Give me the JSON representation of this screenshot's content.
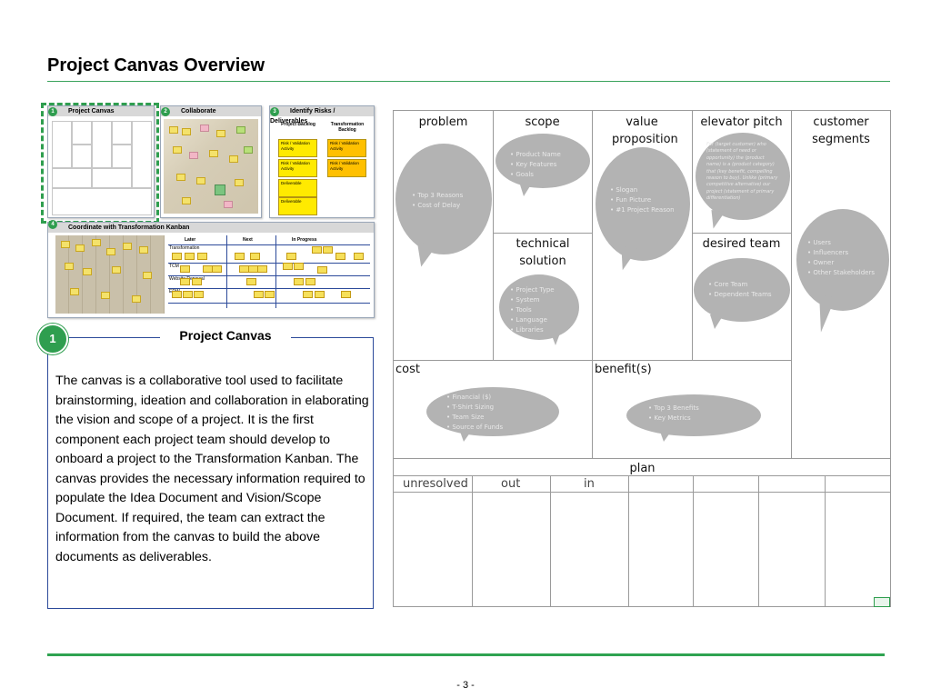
{
  "page": {
    "title": "Project Canvas Overview",
    "page_number": "- 3 -"
  },
  "thumbnails": {
    "step1": {
      "number": "1",
      "title": "Project Canvas"
    },
    "step2": {
      "number": "2",
      "title": "Collaborate"
    },
    "step3": {
      "number": "3",
      "title": "Identify Risks / Deliverables",
      "col1": "Project Backlog",
      "col2": "Transformation Backlog",
      "cards_left": [
        "Risk / Validation Activity",
        "Risk / Validation Activity",
        "Deliverable",
        "Deliverable"
      ],
      "cards_right": [
        "Risk / Validation Activity",
        "Risk / Validation Activity"
      ]
    },
    "step4": {
      "number": "4",
      "title": "Coordinate with Transformation Kanban",
      "columns": [
        "Later",
        "Next",
        "In Progress"
      ],
      "rows": [
        "Transformation",
        "TCM",
        "Website Renewal",
        "EDW"
      ]
    }
  },
  "info": {
    "number": "1",
    "heading": "Project Canvas",
    "body": "The canvas is a collaborative tool used to facilitate brainstorming, ideation and collaboration in elaborating the vision and scope of a project. It is the first component each project team should develop to onboard a project to the Transformation Kanban. The canvas provides the necessary information required to populate the Idea Document and Vision/Scope Document. If required, the team can extract the information from the canvas to build the above documents as deliverables."
  },
  "canvas": {
    "problem": {
      "label": "problem",
      "items": [
        "• Top 3 Reasons",
        "• Cost of Delay"
      ]
    },
    "scope": {
      "label": "scope",
      "items": [
        "• Product Name",
        "• Key Features",
        "• Goals"
      ]
    },
    "value_proposition": {
      "label": "value proposition",
      "items": [
        "• Slogan",
        "• Fun Picture",
        "• #1 Project Reason"
      ]
    },
    "elevator_pitch": {
      "label": "elevator pitch",
      "text": "For (target customer) who (statement of need or opportunity) the (product name) is a (product category) that (key benefit, compelling reason to buy). Unlike (primary competitive alternative) our project (statement of primary differentiation)"
    },
    "customer_segments": {
      "label": "customer segments",
      "items": [
        "• Users",
        "• Influencers",
        "• Owner",
        "• Other Stakeholders"
      ]
    },
    "technical_solution": {
      "label": "technical solution",
      "items": [
        "• Project Type",
        "• System",
        "• Tools",
        "• Language",
        "• Libraries"
      ]
    },
    "desired_team": {
      "label": "desired team",
      "items": [
        "• Core Team",
        "• Dependent Teams"
      ]
    },
    "cost": {
      "label": "cost",
      "items": [
        "• Financial ($)",
        "• T-Shirt Sizing",
        "• Team Size",
        "• Source of Funds"
      ]
    },
    "benefits": {
      "label": "benefit(s)",
      "items": [
        "• Top 3 Benefits",
        "• Key Metrics"
      ]
    },
    "plan": {
      "label": "plan",
      "columns": [
        "unresolved",
        "out",
        "in"
      ]
    }
  },
  "colors": {
    "accent": "#2f9e4f",
    "box_border": "#2c4a9a",
    "bubble": "#b3b3b3",
    "sticky": "#f4e26b",
    "risk_card": "#ffcc00"
  }
}
